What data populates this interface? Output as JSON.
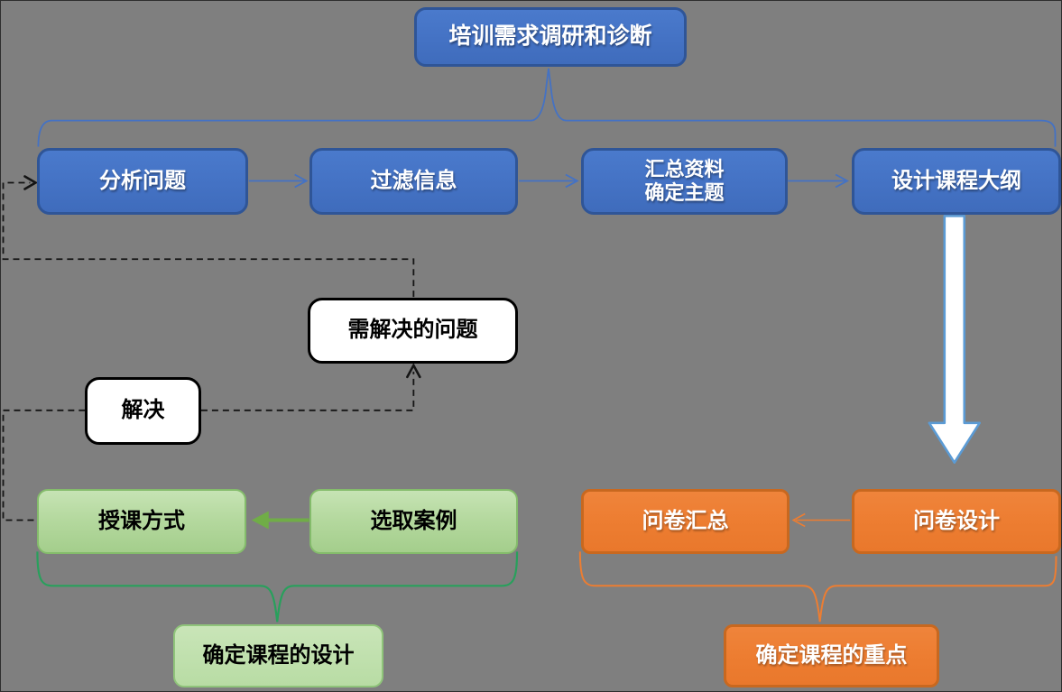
{
  "flowchart": {
    "root": {
      "label": "培训需求调研和诊断"
    },
    "process_row": {
      "analyze": {
        "label": "分析问题"
      },
      "filter": {
        "label": "过滤信息"
      },
      "summarize": {
        "line1": "汇总资料",
        "line2": "确定主题"
      },
      "outline": {
        "label": "设计课程大纲"
      }
    },
    "problem_loop": {
      "problem": {
        "label": "需解决的问题"
      },
      "solve": {
        "label": "解决"
      }
    },
    "course_design_branch": {
      "teaching_method": {
        "label": "授课方式"
      },
      "select_cases": {
        "label": "选取案例"
      },
      "result": {
        "label": "确定课程的设计"
      }
    },
    "questionnaire_branch": {
      "summary": {
        "label": "问卷汇总"
      },
      "design": {
        "label": "问卷设计"
      },
      "result": {
        "label": "确定课程的重点"
      }
    }
  },
  "theme": {
    "background": "#7F7F7F",
    "blue_fill": "#4472C4",
    "blue_border": "#2F5597",
    "green_fill_light": "#C6E3B4",
    "green_fill": "#A4CE8C",
    "green_border": "#84BC6B",
    "green_connector": "#28A05C",
    "green_arrow": "#70AD47",
    "orange_fill": "#ED7D31",
    "orange_border": "#C8681F",
    "white_box_border": "#000000",
    "dashed_line": "#141414",
    "big_arrow_fill": "#FFFFFF",
    "big_arrow_border": "#5B9BD5",
    "text_on_dark": "#FFFFFF",
    "text_on_light": "#000000"
  }
}
